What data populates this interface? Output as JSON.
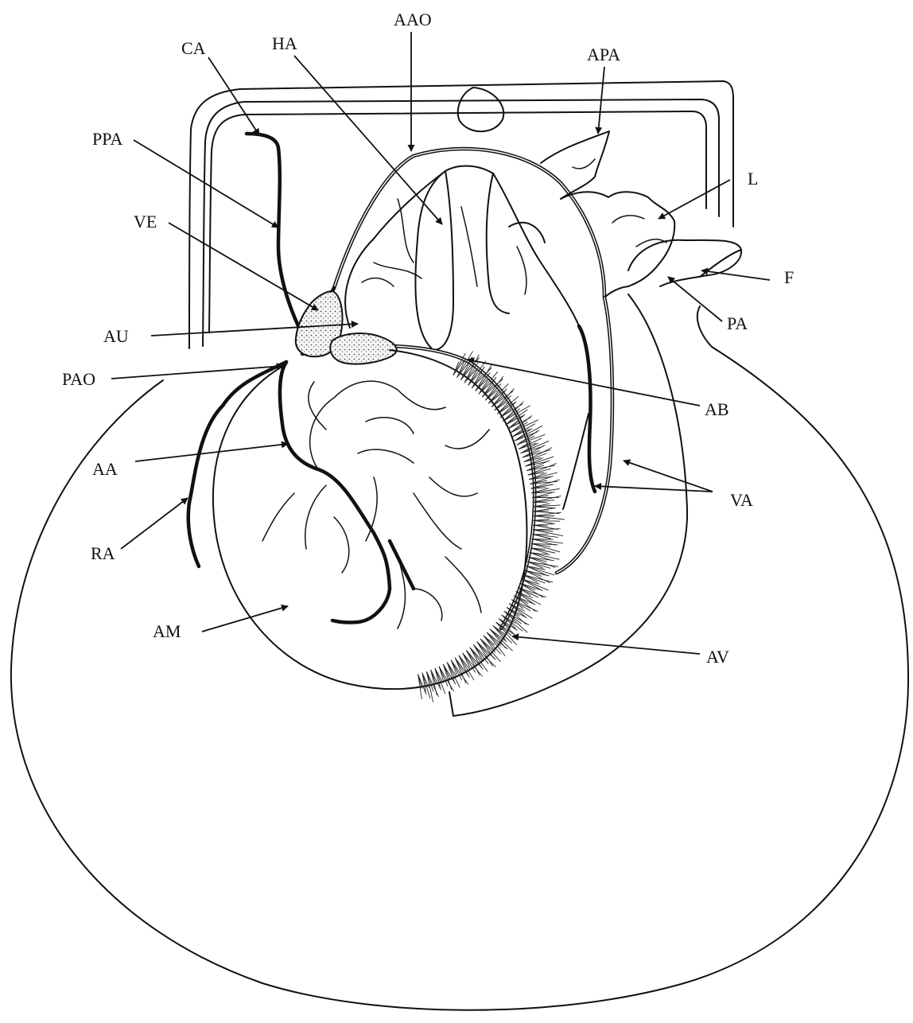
{
  "diagram": {
    "labels": {
      "AAO": "AAO",
      "CA": "CA",
      "HA": "HA",
      "APA": "APA",
      "PPA": "PPA",
      "L": "L",
      "VE": "VE",
      "F": "F",
      "PA": "PA",
      "AU": "AU",
      "PAO": "PAO",
      "AB": "AB",
      "AA": "AA",
      "VA": "VA",
      "RA": "RA",
      "AM": "AM",
      "AV": "AV"
    }
  }
}
